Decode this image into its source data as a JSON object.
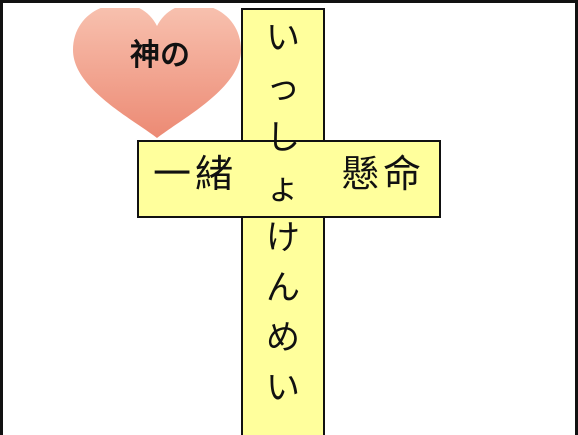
{
  "heart": {
    "label": "神の",
    "color_top": "#f7b4a0",
    "color_bottom": "#ee8e78"
  },
  "cross": {
    "fill": "#ffff9c",
    "vertical_chars": [
      "い",
      "っ",
      "し",
      "ょ",
      "け",
      "ん",
      "め",
      "い"
    ],
    "left_word": "一緒",
    "right_word": "懸命"
  }
}
